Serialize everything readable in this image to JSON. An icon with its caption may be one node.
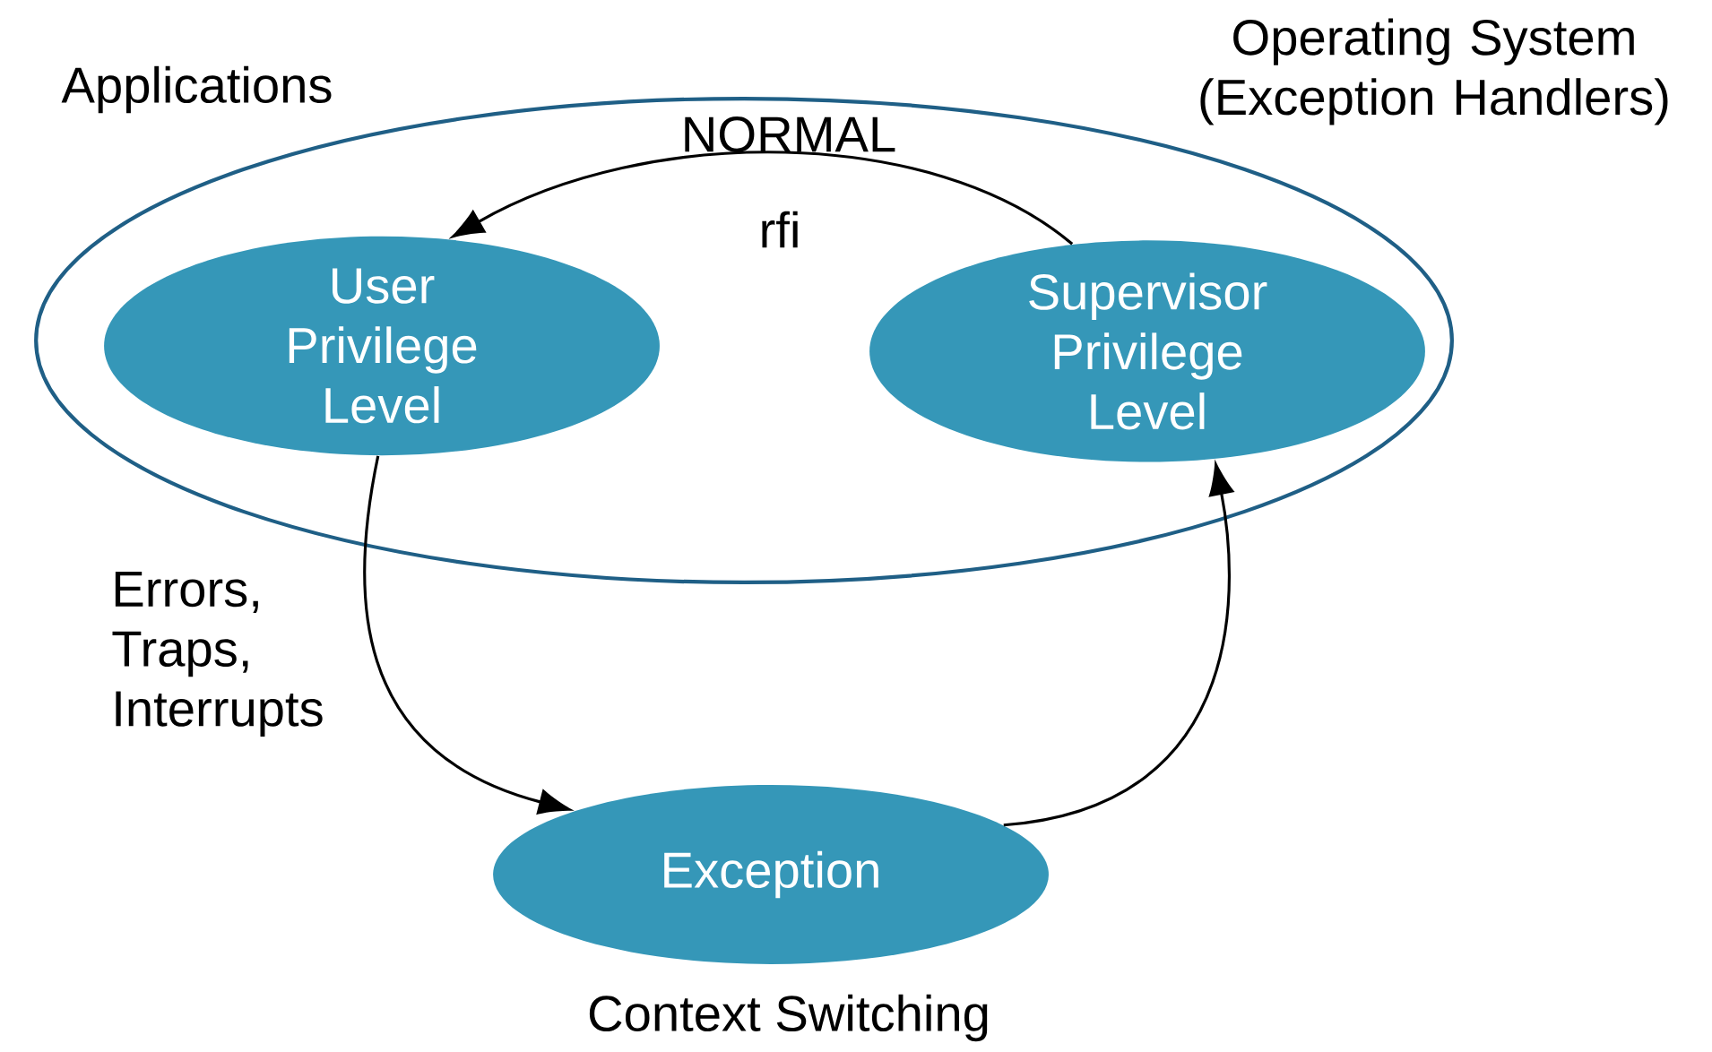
{
  "diagram": {
    "nodes": [
      {
        "text": [
          "NORMAL"
        ]
      },
      {
        "text": [
          "User Privilege Level"
        ],
        "in": 0
      },
      {
        "text": [
          "Supervisor Privilege Level"
        ],
        "in": 0
      },
      {
        "text": [
          "Exception"
        ],
        "beside": [
          "Context Switching"
        ]
      }
    ],
    "edges": [
      {
        "from": 2,
        "to": 1,
        "arrow": "to",
        "label": "rfi"
      },
      {
        "from": 1,
        "to": 3,
        "arrow": "to",
        "label": "Errors, Traps, Interrupts"
      },
      {
        "from": 3,
        "to": 2,
        "arrow": "to"
      }
    ],
    "labels": [
      "Applications",
      "Operating System (Exception Handlers)"
    ]
  }
}
